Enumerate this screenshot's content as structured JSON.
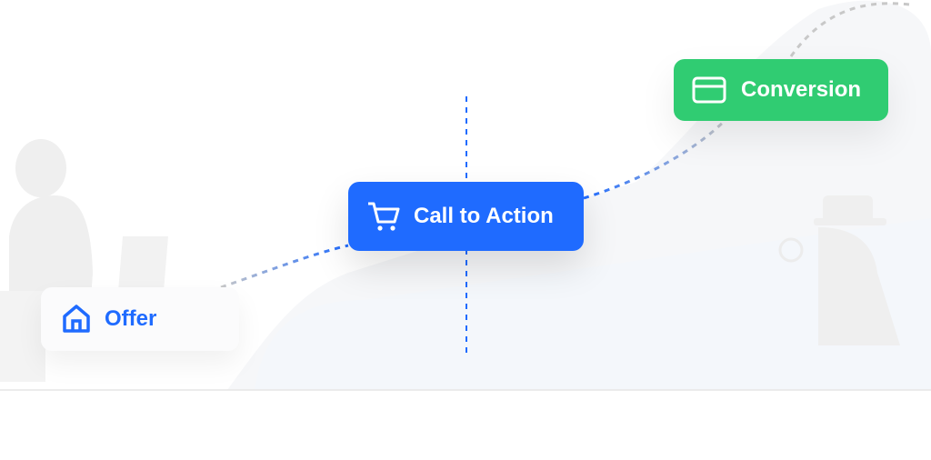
{
  "funnel": {
    "steps": [
      {
        "label": "Offer",
        "icon": "home-icon",
        "color": "#1f6bff"
      },
      {
        "label": "Call to Action",
        "icon": "cart-icon",
        "color": "#1f6bff"
      },
      {
        "label": "Conversion",
        "icon": "credit-card-icon",
        "color": "#30cc72"
      }
    ]
  }
}
